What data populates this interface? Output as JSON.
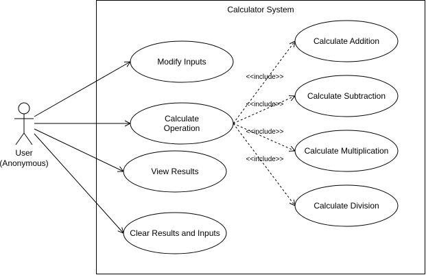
{
  "system": {
    "title": "Calculator System"
  },
  "actor": {
    "name_line1": "User",
    "name_line2": "(Anonymous)"
  },
  "use_cases": {
    "modify_inputs": "Modify Inputs",
    "calculate_operation_line1": "Calculate",
    "calculate_operation_line2": "Operation",
    "view_results": "View Results",
    "clear_results": "Clear Results and Inputs",
    "calculate_addition": "Calculate Addition",
    "calculate_subtraction": "Calculate Subtraction",
    "calculate_multiplication": "Calculate Multiplication",
    "calculate_division": "Calculate Division"
  },
  "relations": {
    "include_label": "<<include>>"
  }
}
